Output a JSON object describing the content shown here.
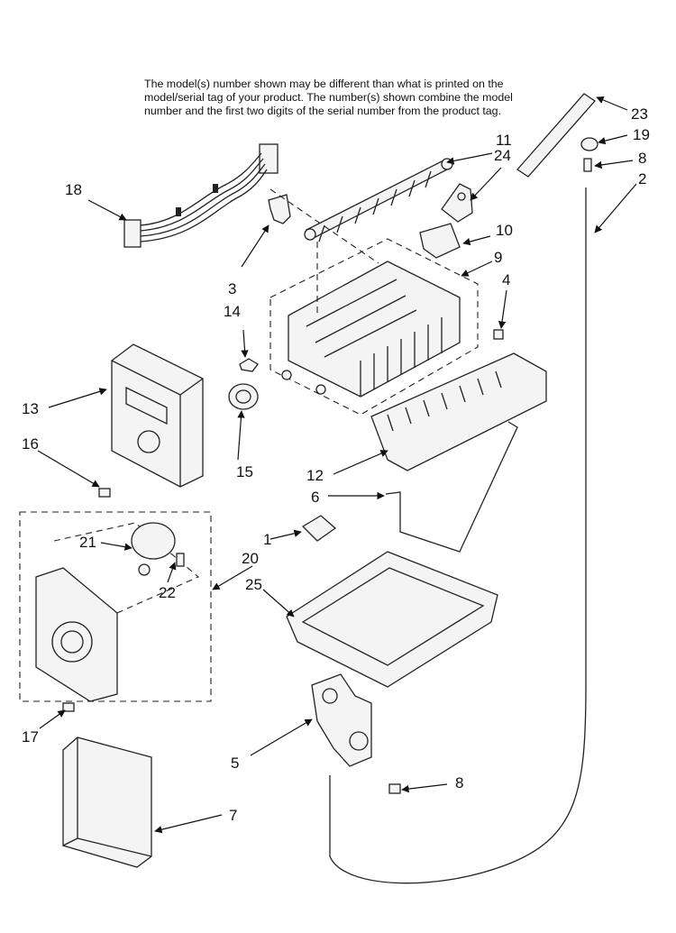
{
  "note": {
    "lines": [
      "The model(s) number shown may be different than what is printed on the",
      "model/serial tag of your product. The number(s) shown combine the model",
      "number and the first two digits of the serial number from the product tag."
    ]
  },
  "callouts": [
    "1",
    "2",
    "3",
    "4",
    "5",
    "6",
    "7",
    "8",
    "8",
    "9",
    "10",
    "11",
    "12",
    "13",
    "14",
    "15",
    "16",
    "17",
    "18",
    "19",
    "20",
    "21",
    "22",
    "23",
    "24",
    "25"
  ]
}
